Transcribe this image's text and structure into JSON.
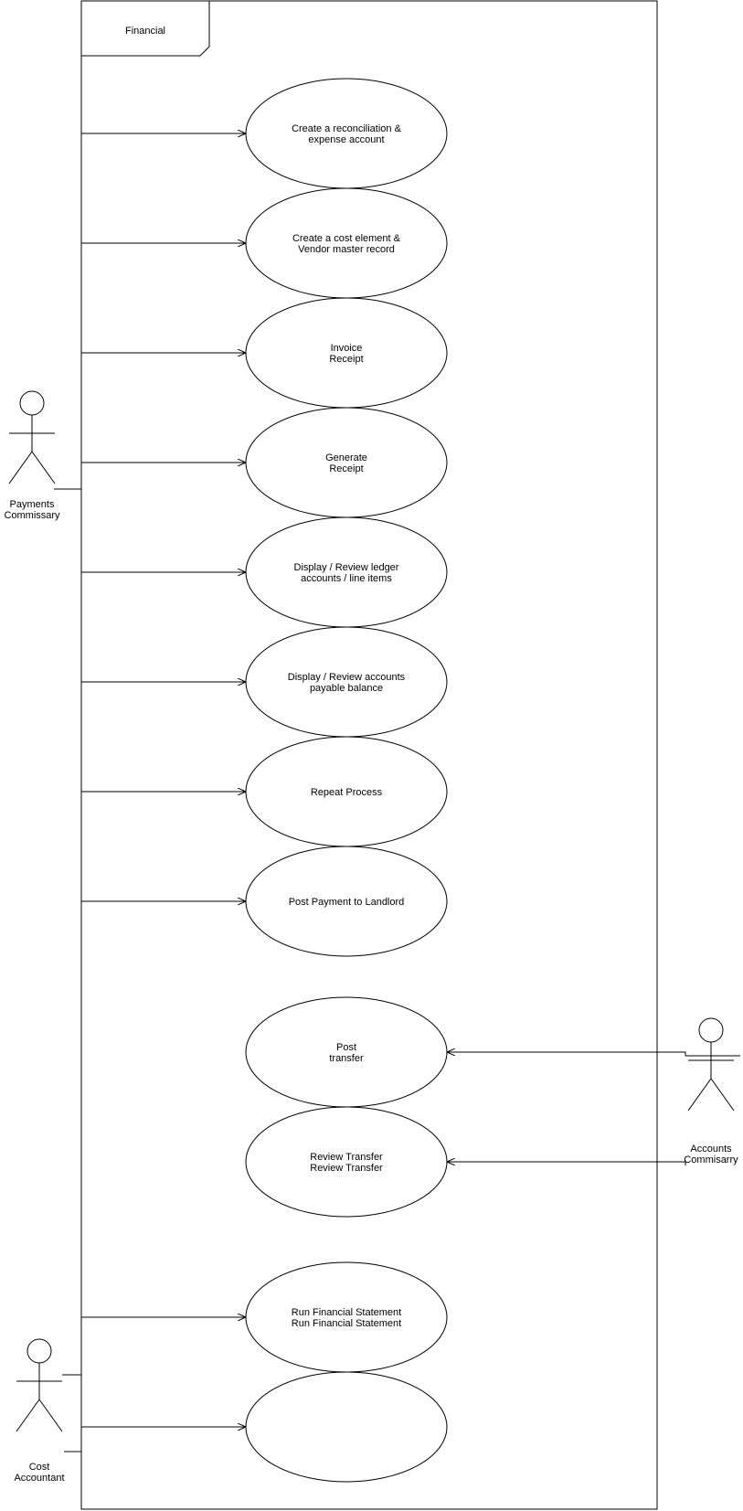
{
  "diagram": {
    "frame_title": "Financial",
    "actors": [
      {
        "id": "payments",
        "lines": [
          "Payments",
          "Commissary"
        ]
      },
      {
        "id": "accounts",
        "lines": [
          "Accounts",
          "Commisarry"
        ]
      },
      {
        "id": "cost",
        "lines": [
          "Cost",
          "Accountant"
        ]
      }
    ],
    "use_cases": [
      {
        "id": "uc1",
        "lines": [
          "Create a reconciliation &",
          "expense account"
        ]
      },
      {
        "id": "uc2",
        "lines": [
          "Create a cost element &",
          "Vendor master record"
        ]
      },
      {
        "id": "uc3",
        "lines": [
          "Invoice",
          "Receipt"
        ]
      },
      {
        "id": "uc4",
        "lines": [
          "Generate",
          "Receipt"
        ]
      },
      {
        "id": "uc5",
        "lines": [
          "Display / Review ledger",
          "accounts / line items"
        ]
      },
      {
        "id": "uc6",
        "lines": [
          "Display / Review accounts",
          "payable balance"
        ]
      },
      {
        "id": "uc7",
        "lines": [
          "Repeat Process"
        ]
      },
      {
        "id": "uc8",
        "lines": [
          "Post Payment to Landlord"
        ]
      },
      {
        "id": "uc9",
        "lines": [
          "Post",
          "transfer"
        ]
      },
      {
        "id": "uc10",
        "lines": [
          "Review Transfer",
          "Review Transfer"
        ]
      },
      {
        "id": "uc11",
        "lines": [
          "Run Financial Statement",
          "Run Financial Statement"
        ]
      },
      {
        "id": "uc12",
        "lines": []
      }
    ],
    "associations": [
      {
        "from": "payments",
        "to": "uc1"
      },
      {
        "from": "payments",
        "to": "uc2"
      },
      {
        "from": "payments",
        "to": "uc3"
      },
      {
        "from": "payments",
        "to": "uc4"
      },
      {
        "from": "payments",
        "to": "uc5"
      },
      {
        "from": "payments",
        "to": "uc6"
      },
      {
        "from": "payments",
        "to": "uc7"
      },
      {
        "from": "payments",
        "to": "uc8"
      },
      {
        "from": "accounts",
        "to": "uc9"
      },
      {
        "from": "accounts",
        "to": "uc10"
      },
      {
        "from": "cost",
        "to": "uc11"
      },
      {
        "from": "cost",
        "to": "uc12"
      }
    ]
  }
}
